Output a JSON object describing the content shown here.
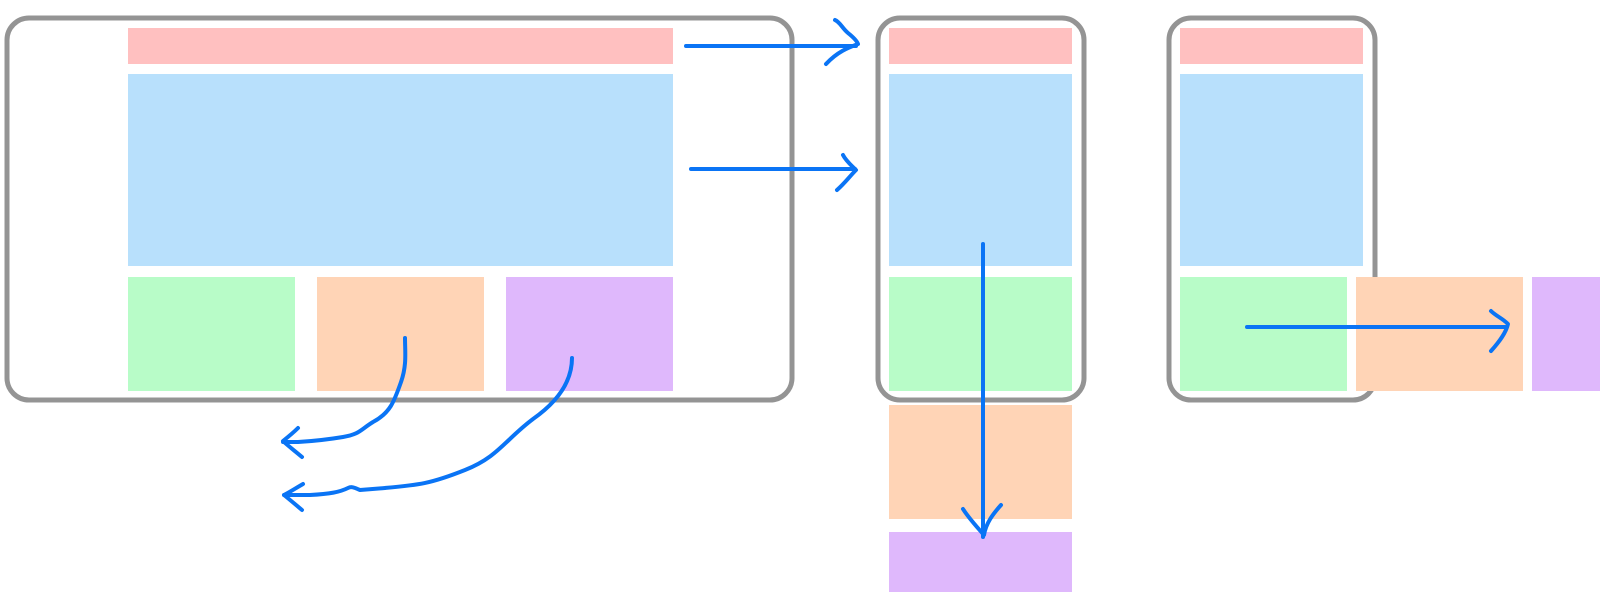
{
  "colors": {
    "frame": "#949494",
    "header": "#ffc0c0",
    "hero": "#b8e0fc",
    "green": "#b8fcc8",
    "orange": "#ffd4b6",
    "purple": "#dfb8fc",
    "arrow": "#0a74f5",
    "background": "#ffffff"
  },
  "layouts": [
    {
      "name": "desktop-layout",
      "blocks": [
        "header",
        "hero",
        "green",
        "orange",
        "purple"
      ]
    },
    {
      "name": "mobile-layout",
      "blocks": [
        "header",
        "hero",
        "green",
        "orange",
        "purple"
      ]
    },
    {
      "name": "overflow-layout",
      "blocks": [
        "header",
        "hero",
        "green",
        "orange",
        "purple"
      ]
    }
  ],
  "arrows": [
    {
      "name": "header-to-mobile-arrow"
    },
    {
      "name": "hero-to-mobile-arrow"
    },
    {
      "name": "orange-wrap-arrow"
    },
    {
      "name": "purple-wrap-arrow"
    },
    {
      "name": "mobile-stack-down-arrow"
    },
    {
      "name": "overflow-right-arrow"
    }
  ]
}
